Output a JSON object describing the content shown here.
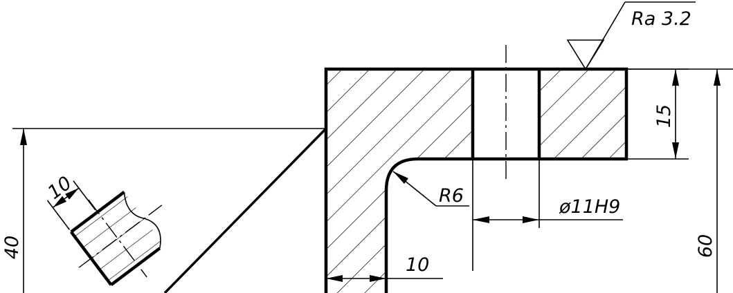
{
  "drawing": {
    "roughness": "Ra 3.2",
    "hole_diameter": "ø11H9",
    "radius": "R6",
    "flange_thickness": "15",
    "overall_height": "60",
    "wall_thickness": "10",
    "left_height": "40",
    "detail_width": "10"
  }
}
